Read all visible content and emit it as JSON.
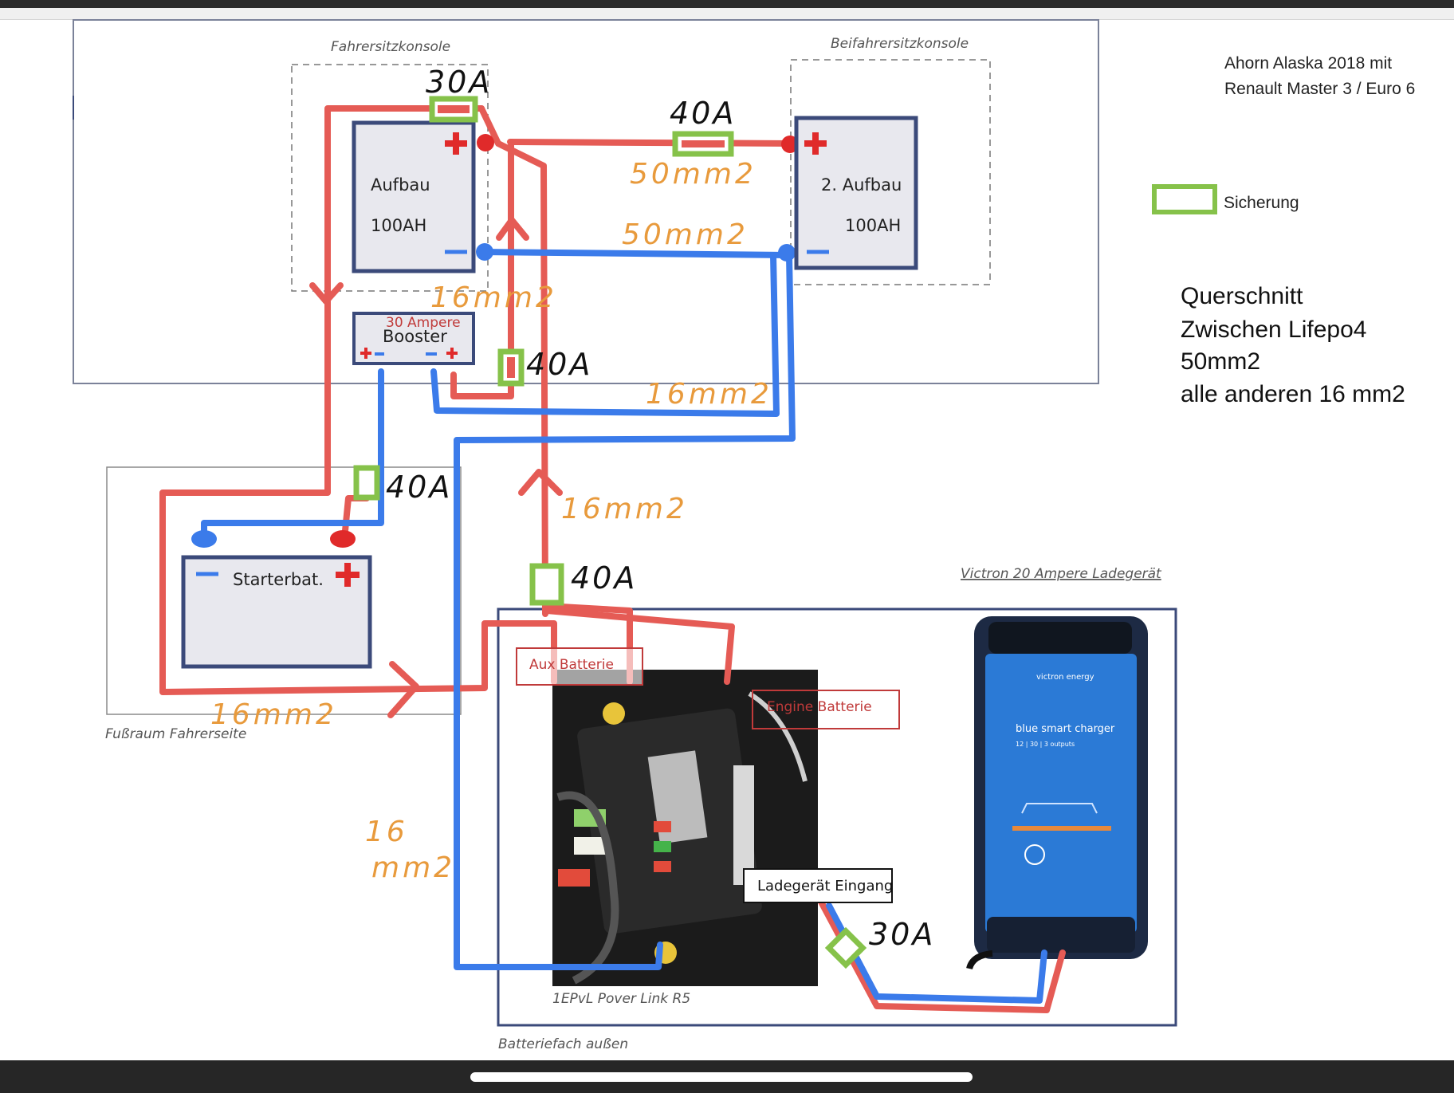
{
  "colors": {
    "positive_wire": "#e55b55",
    "negative_wire": "#3b7bea",
    "fuse": "#86c24a",
    "box_border": "#3b4a7a",
    "annotation": "#e89a3c"
  },
  "areas": {
    "driver_console": "Fahrersitzkonsole",
    "passenger_console": "Beifahrersitzkonsole",
    "footwell": "Fußraum Fahrerseite",
    "battery_compartment": "Batteriefach außen",
    "charger_title": "Victron 20 Ampere Ladegerät",
    "power_link": "1EPvL Pover Link R5"
  },
  "batteries": {
    "aufbau": {
      "name": "Aufbau",
      "capacity": "100AH"
    },
    "aufbau2": {
      "name": "2. Aufbau",
      "capacity": "100AH"
    },
    "starter": {
      "name": "Starterbat."
    }
  },
  "booster": {
    "rating": "30 Ampere",
    "name": "Booster"
  },
  "labels": {
    "aux_battery": "Aux Batterie",
    "engine_battery": "Engine Batterie",
    "charger_input": "Ladegerät Eingang"
  },
  "charger": {
    "brand": "victron energy",
    "model": "blue smart charger",
    "spec": "12 | 30 | 3 outputs"
  },
  "fuses": [
    "30A",
    "40A",
    "40A",
    "40A",
    "40A",
    "30A"
  ],
  "cross_sections": {
    "main": "50mm2",
    "other": "16mm2",
    "vertical_top": "16",
    "vertical_bottom": "mm2"
  },
  "info": {
    "vehicle_line1": "Ahorn Alaska 2018 mit",
    "vehicle_line2": "Renault Master 3 / Euro 6",
    "legend": "Sicherung",
    "querschnitt_1": "Querschnitt",
    "querschnitt_2": "Zwischen Lifepo4",
    "querschnitt_3": "50mm2",
    "querschnitt_4": "alle anderen 16 mm2"
  }
}
